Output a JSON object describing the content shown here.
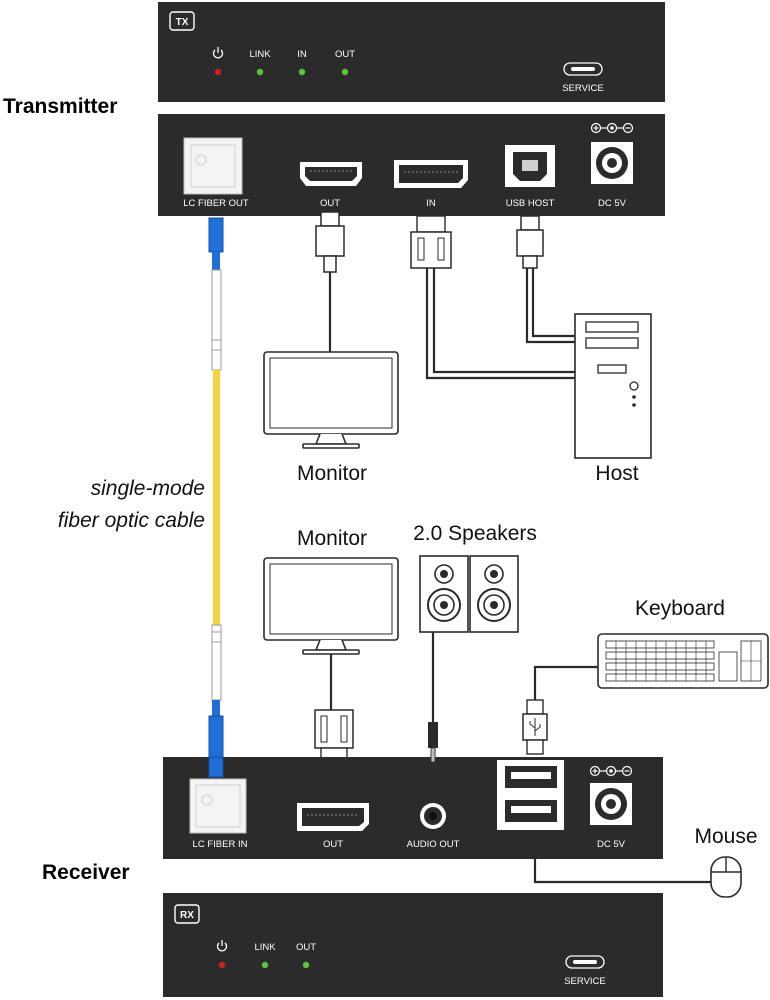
{
  "transmitter": {
    "title": "Transmitter",
    "badge": "TX",
    "front_leds": [
      "LINK",
      "IN",
      "OUT"
    ],
    "service_label": "SERVICE",
    "ports": {
      "fiber": "LC FIBER OUT",
      "out": "OUT",
      "in": "IN",
      "usb": "USB HOST",
      "dc": "DC 5V"
    }
  },
  "receiver": {
    "title": "Receiver",
    "badge": "RX",
    "front_leds": [
      "LINK",
      "OUT"
    ],
    "service_label": "SERVICE",
    "ports": {
      "fiber": "LC FIBER IN",
      "out": "OUT",
      "audio": "AUDIO OUT",
      "dc": "DC 5V"
    }
  },
  "labels": {
    "monitor_top": "Monitor",
    "host": "Host",
    "cable_line1": "single-mode",
    "cable_line2": "fiber optic cable",
    "monitor_bottom": "Monitor",
    "speakers": "2.0 Speakers",
    "keyboard": "Keyboard",
    "mouse": "Mouse"
  },
  "colors": {
    "device_body": "#2b2b2b",
    "led_power": "#d01f1f",
    "led_status": "#5cc43b",
    "fiber_cable": "#f6d33c",
    "lc_connector": "#1f6fd6",
    "line": "#2a2a2a"
  }
}
